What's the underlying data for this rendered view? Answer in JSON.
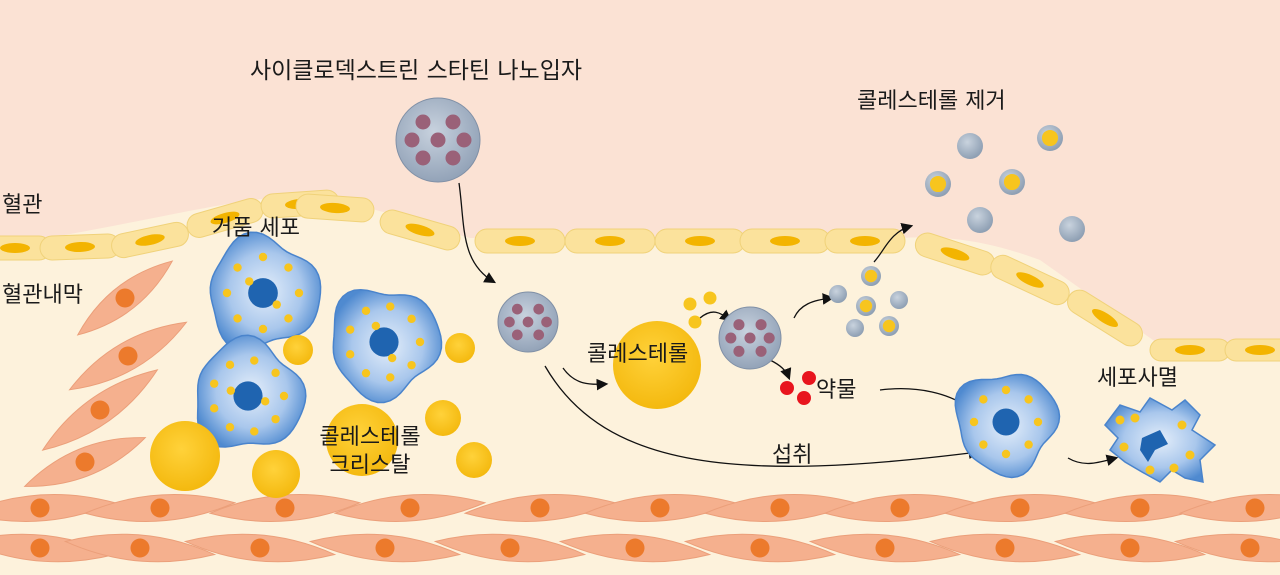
{
  "labels": {
    "nanoparticle": "사이클로덱스트린 스타틴 나노입자",
    "cholesterol_removal": "콜레스테롤 제거",
    "blood_vessel": "혈관",
    "foam_cell": "거품 세포",
    "endothelium": "혈관내막",
    "cholesterol": "콜레스테롤",
    "drug": "약물",
    "crystal_line1": "콜레스테롤",
    "crystal_line2": "크리스탈",
    "uptake": "섭취",
    "apoptosis": "세포사멸"
  },
  "colors": {
    "lumen": "#fbe2d4",
    "tissue": "#fdf2dc",
    "endothelial_cell": "#fbe29c",
    "endothelial_nucleus": "#f3b400",
    "smooth_muscle": "#f5b08e",
    "smooth_muscle_nucleus": "#ec7a2c",
    "cell_blue": "#5a92d4",
    "nucleus_blue": "#1f64b0",
    "cholesterol_yellow": "#f7c51e",
    "nanoparticle": "#a6b4c6",
    "nanoparticle_dot": "#9a6178",
    "drug_red": "#e8151e"
  }
}
